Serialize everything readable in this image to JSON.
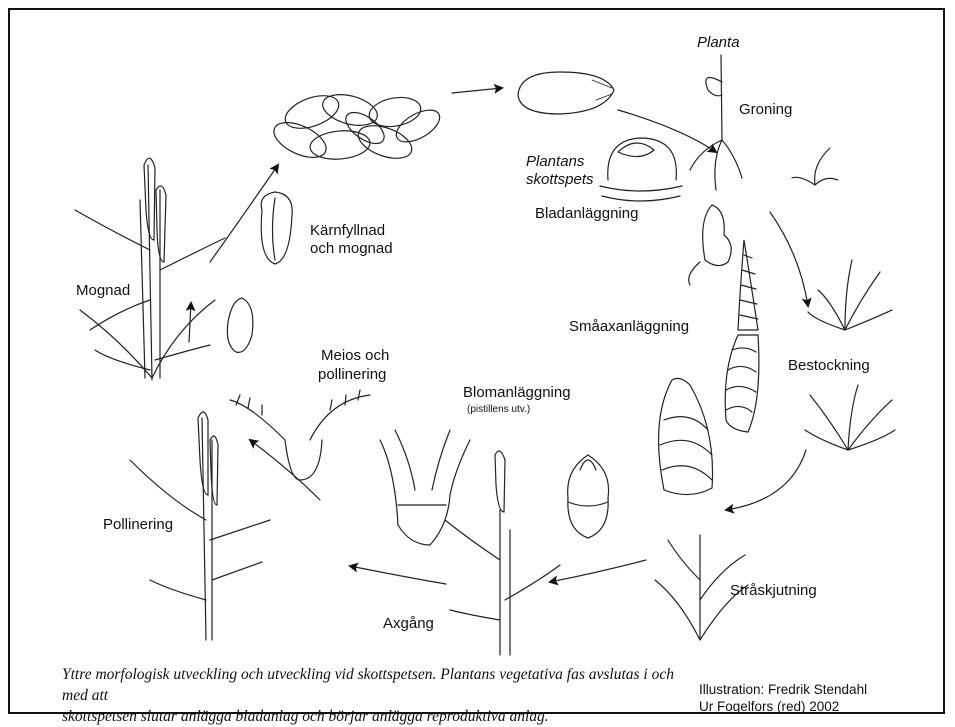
{
  "labels": {
    "planta": "Planta",
    "groning": "Groning",
    "plantans": "Plantans",
    "skottspets": "skottspets",
    "bladanlaggning": "Bladanläggning",
    "karnfyllnad": "Kärnfyllnad",
    "och_mognad": "och mognad",
    "mognad": "Mognad",
    "smaaxanlaggning": "Småaxanläggning",
    "bestockning": "Bestockning",
    "meios": "Meios och",
    "pollinering_sub": "pollinering",
    "blomanlaggning": "Blomanläggning",
    "pistillens": "(pistillens utv.)",
    "pollinering": "Pollinering",
    "straskjutning": "Stråskjutning",
    "axgang": "Axgång"
  },
  "caption": {
    "line1": "Yttre morfologisk utveckling och utveckling vid skottspetsen. Plantans vegetativa fas avslutas i och med att",
    "line2": "skottspetsen slutar anlägga bladanlag och börjar anlägga reproduktiva anlag."
  },
  "credit": {
    "line1": "Illustration: Fredrik Stendahl",
    "line2": "Ur Fogelfors (red) 2002"
  }
}
